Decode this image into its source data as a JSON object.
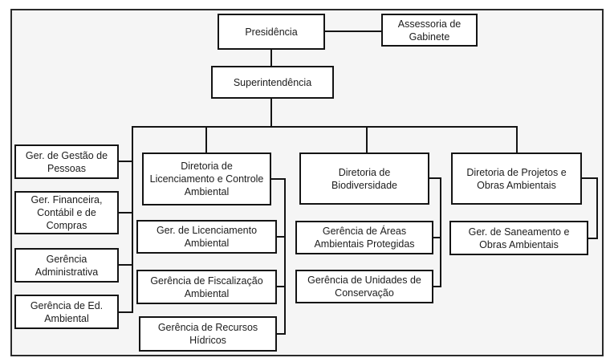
{
  "diagram": {
    "type": "org-chart",
    "language": "pt-BR",
    "colors": {
      "canvas_background": "#f5f5f5",
      "box_fill": "#ffffff",
      "box_border": "#141414",
      "connector": "#141414",
      "frame_border": "#2a2a2a"
    },
    "nodes": {
      "presidencia": "Presidência",
      "assessoria": "Assessoria de Gabinete",
      "superintendencia": "Superintendência",
      "gestao_pessoas": "Ger. de Gestão de Pessoas",
      "financeira": "Ger. Financeira, Contábil e de Compras",
      "administrativa": "Gerência Administrativa",
      "ed_ambiental": "Gerência de Ed. Ambiental",
      "dir_licenciamento": "Diretoria de Licenciamento e Controle Ambiental",
      "ger_licenciamento": "Ger. de Licenciamento Ambiental",
      "fiscalizacao": "Gerência de Fiscalização Ambiental",
      "recursos_hidricos": "Gerência de Recursos Hídricos",
      "dir_biodiversidade": "Diretoria de Biodiversidade",
      "areas_protegidas": "Gerência de Áreas Ambientais Protegidas",
      "unidades_conservacao": "Gerência de Unidades de Conservação",
      "dir_projetos": "Diretoria de Projetos e Obras Ambientais",
      "saneamento": "Ger. de Saneamento e Obras Ambientais"
    },
    "hierarchy": {
      "root": "Presidência",
      "edges": [
        [
          "Presidência",
          "Assessoria de Gabinete"
        ],
        [
          "Presidência",
          "Superintendência"
        ],
        [
          "Superintendência",
          "Ger. de Gestão de Pessoas"
        ],
        [
          "Superintendência",
          "Ger. Financeira, Contábil e de Compras"
        ],
        [
          "Superintendência",
          "Gerência Administrativa"
        ],
        [
          "Superintendência",
          "Gerência de Ed. Ambiental"
        ],
        [
          "Superintendência",
          "Diretoria de Licenciamento e Controle Ambiental"
        ],
        [
          "Superintendência",
          "Diretoria de Biodiversidade"
        ],
        [
          "Superintendência",
          "Diretoria de Projetos e Obras Ambientais"
        ],
        [
          "Diretoria de Licenciamento e Controle Ambiental",
          "Ger. de Licenciamento Ambiental"
        ],
        [
          "Diretoria de Licenciamento e Controle Ambiental",
          "Gerência de Fiscalização Ambiental"
        ],
        [
          "Diretoria de Licenciamento e Controle Ambiental",
          "Gerência de Recursos Hídricos"
        ],
        [
          "Diretoria de Biodiversidade",
          "Gerência de Áreas Ambientais Protegidas"
        ],
        [
          "Diretoria de Biodiversidade",
          "Gerência de Unidades de Conservação"
        ],
        [
          "Diretoria de Projetos e Obras Ambientais",
          "Ger. de Saneamento e Obras Ambientais"
        ]
      ]
    }
  }
}
